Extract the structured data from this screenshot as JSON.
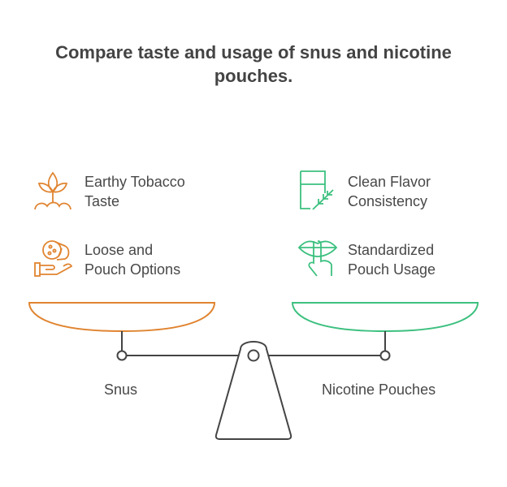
{
  "title": "Compare taste and usage of snus and nicotine pouches.",
  "left": {
    "label": "Snus",
    "color": "#E08430",
    "items": [
      {
        "icon": "sprout-icon",
        "line1": "Earthy Tobacco",
        "line2": "Taste"
      },
      {
        "icon": "hand-pouch-icon",
        "line1": "Loose and",
        "line2": "Pouch Options"
      }
    ]
  },
  "right": {
    "label": "Nicotine Pouches",
    "color": "#3CC07F",
    "items": [
      {
        "icon": "glass-herb-icon",
        "line1": "Clean Flavor",
        "line2": "Consistency"
      },
      {
        "icon": "lips-finger-icon",
        "line1": "Standardized",
        "line2": "Pouch Usage"
      }
    ]
  }
}
